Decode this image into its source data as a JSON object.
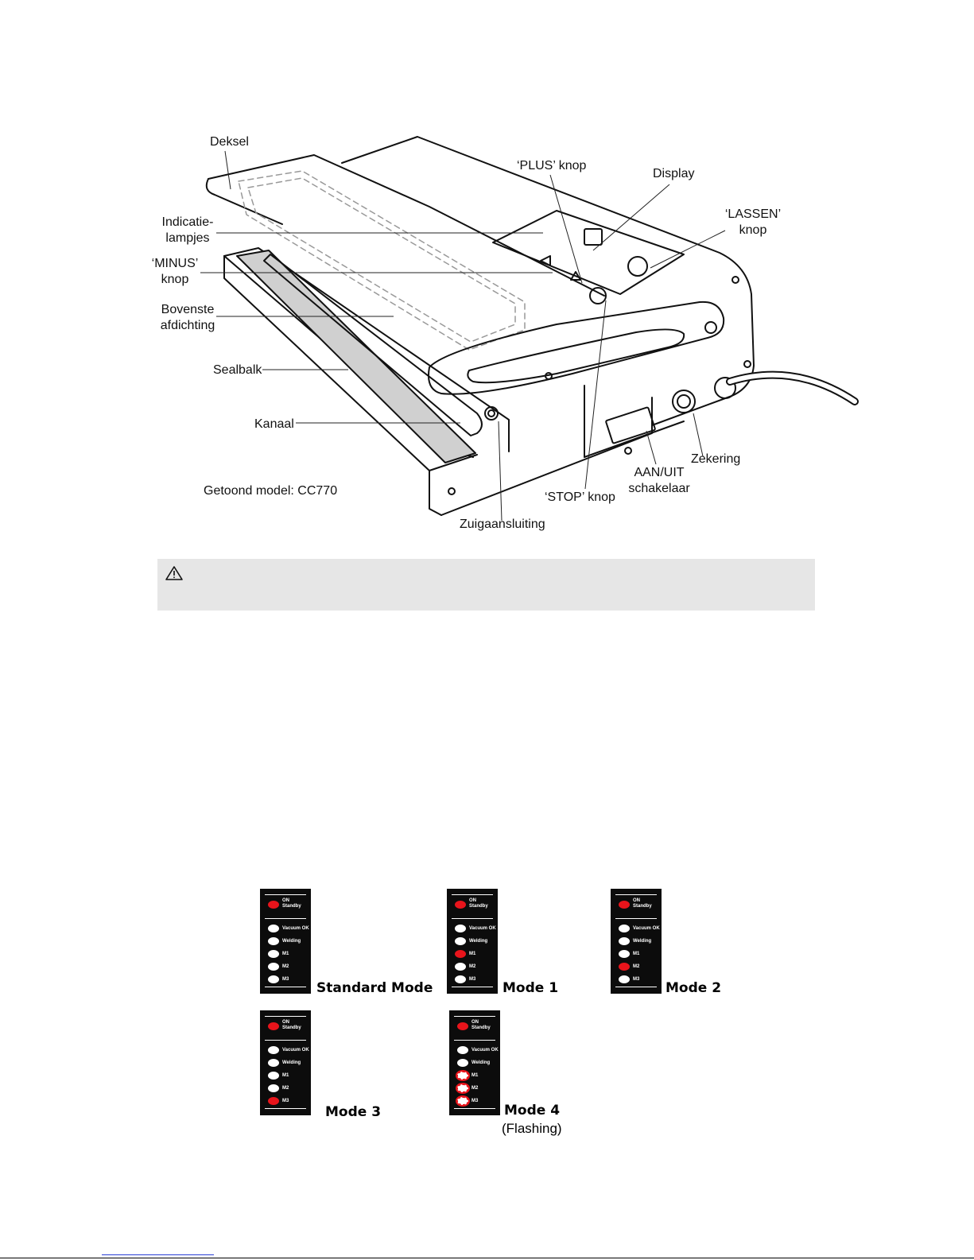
{
  "diagram": {
    "labels": {
      "deksel": "Deksel",
      "plus_knop": "‘PLUS’ knop",
      "display": "Display",
      "lassen_1": "‘LASSEN’",
      "lassen_2": "knop",
      "indicatie_1": "Indicatie-",
      "indicatie_2": "lampjes",
      "minus_1": "‘MINUS’",
      "minus_2": "knop",
      "bovenste_1": "Bovenste",
      "bovenste_2": "afdichting",
      "sealbalk": "Sealbalk",
      "kanaal": "Kanaal",
      "zekering": "Zekering",
      "aanuit_1": "AAN/UIT",
      "aanuit_2": "schakelaar",
      "stop_knop": "‘STOP’ knop",
      "getoond_model": "Getoond model: CC770",
      "zuigaansluiting": "Zuigaansluiting"
    }
  },
  "warning": {
    "icon": "warning-triangle-icon",
    "text": ""
  },
  "panel_labels": {
    "on": "ON",
    "standby": "Standby",
    "vacuum_ok": "Vacuum OK",
    "welding": "Welding",
    "m1": "M1",
    "m2": "M2",
    "m3": "M3"
  },
  "modes": [
    {
      "id": "standard",
      "label": "Standard Mode",
      "sub": "",
      "on": [],
      "flashing": []
    },
    {
      "id": "mode1",
      "label": "Mode 1",
      "sub": "",
      "on": [
        "m1"
      ],
      "flashing": []
    },
    {
      "id": "mode2",
      "label": "Mode 2",
      "sub": "",
      "on": [
        "m2"
      ],
      "flashing": []
    },
    {
      "id": "mode3",
      "label": "Mode 3",
      "sub": "",
      "on": [
        "m3"
      ],
      "flashing": []
    },
    {
      "id": "mode4",
      "label": "Mode 4",
      "sub": "(Flashing)",
      "on": [],
      "flashing": [
        "m1",
        "m2",
        "m3"
      ]
    }
  ],
  "colors": {
    "led_on": "#e8141b",
    "led_off": "#ffffff",
    "panel_bg": "#0c0c0c",
    "warning_bg": "#e6e6e6"
  }
}
